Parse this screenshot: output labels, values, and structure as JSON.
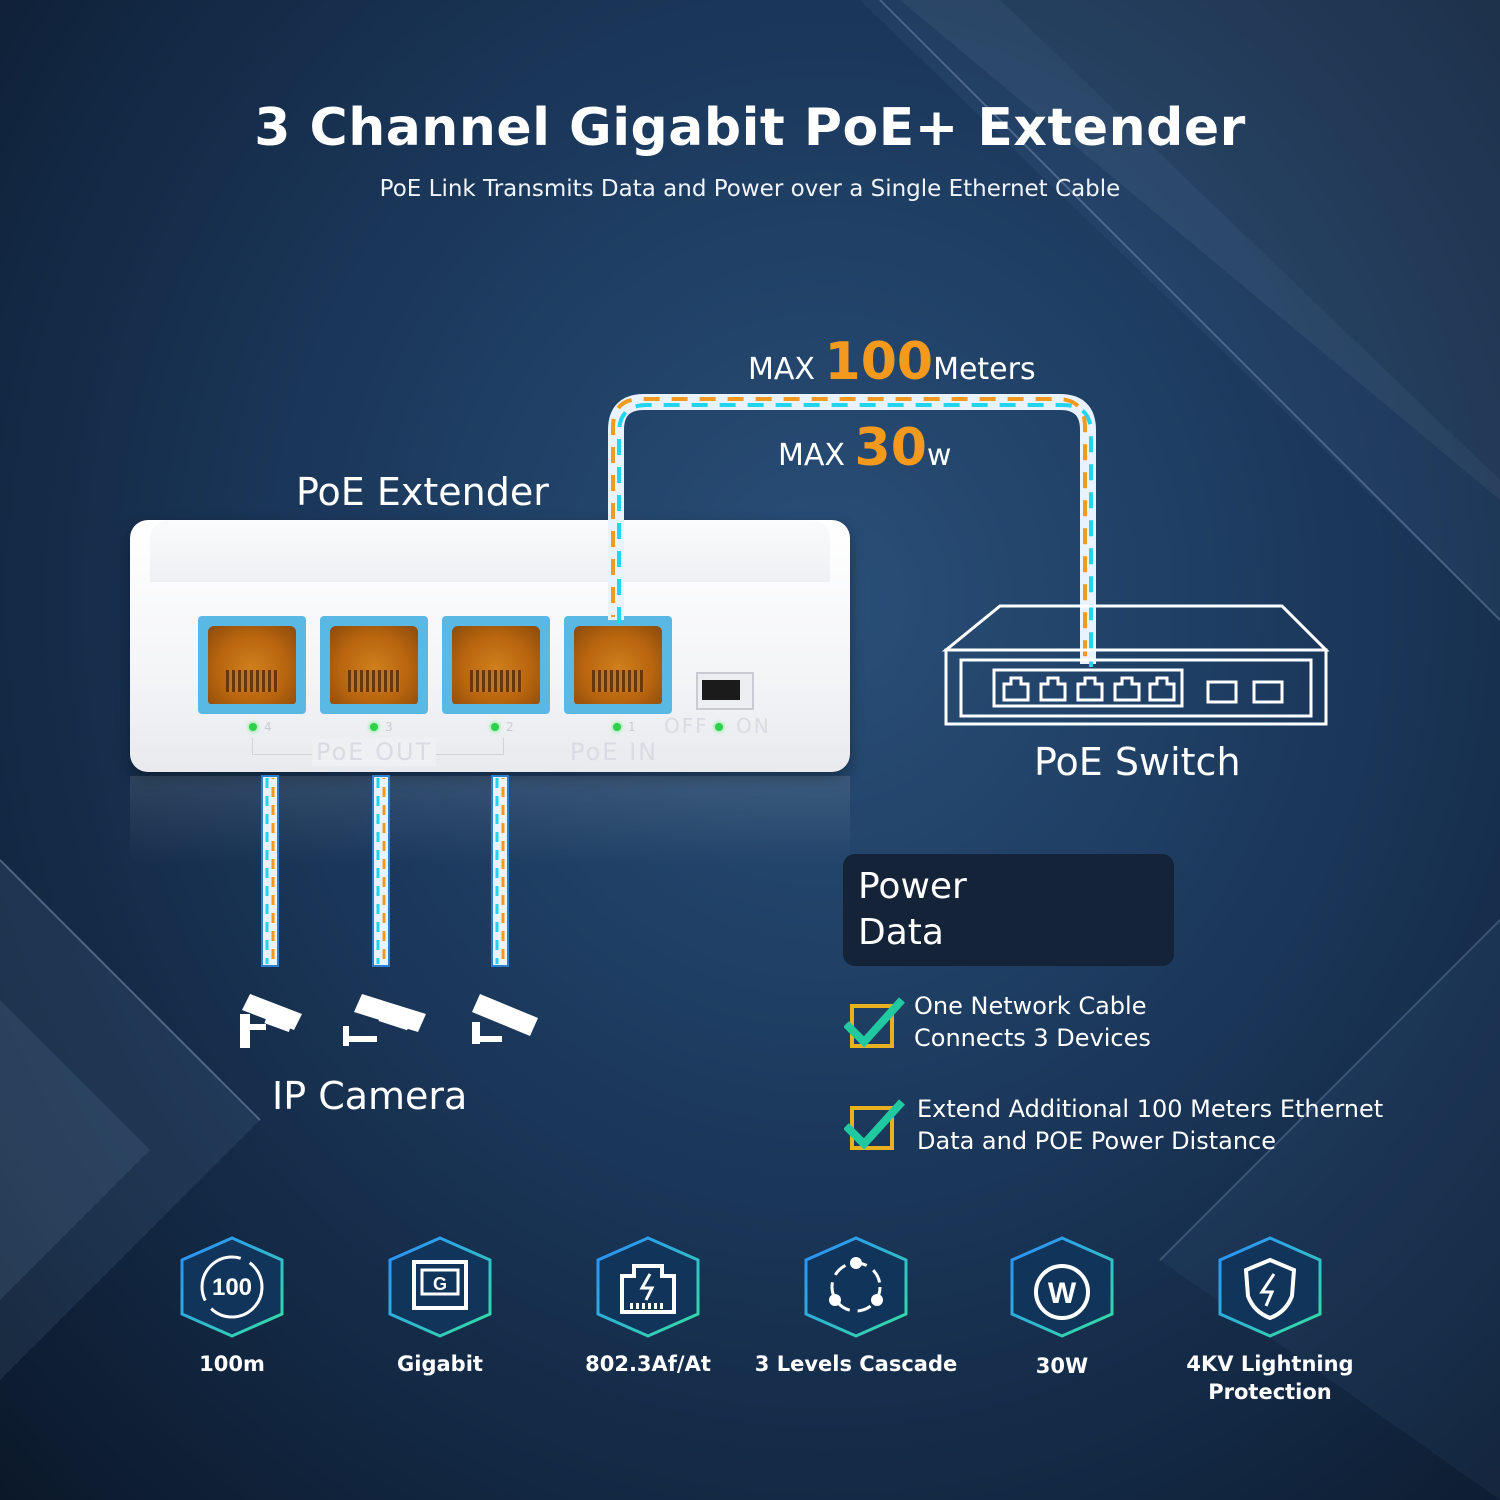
{
  "header": {
    "title": "3 Channel Gigabit PoE+ Extender",
    "subtitle": "PoE Link Transmits Data and Power over a Single Ethernet Cable"
  },
  "diagram": {
    "extender_label": "PoE Extender",
    "switch_label": "PoE Switch",
    "camera_label": "IP Camera",
    "max_distance": {
      "prefix": "MAX",
      "value": "100",
      "unit": "Meters"
    },
    "max_power": {
      "prefix": "MAX",
      "value": "30",
      "unit": "w"
    },
    "device": {
      "ports": [
        "4",
        "3",
        "2",
        "1"
      ],
      "poe_out": "PoE OUT",
      "poe_in": "PoE IN",
      "switch_off": "OFF",
      "switch_on": "ON"
    }
  },
  "legend": {
    "power": "Power",
    "data": "Data",
    "colors": {
      "power": "#f39a1e",
      "data": "#21d4f0"
    }
  },
  "checks": [
    {
      "line1": "One Network Cable",
      "line2": "Connects 3 Devices"
    },
    {
      "line1": "Extend Additional 100 Meters Ethernet",
      "line2": "Data and POE Power Distance"
    }
  ],
  "features": [
    {
      "label": "100m",
      "icon": "distance-100-icon",
      "glyph": "100"
    },
    {
      "label": "Gigabit",
      "icon": "gigabit-icon",
      "glyph": "G"
    },
    {
      "label": "802.3Af/At",
      "icon": "ethernet-port-icon",
      "glyph": ""
    },
    {
      "label": "3 Levels Cascade",
      "icon": "cascade-icon",
      "glyph": ""
    },
    {
      "label": "30W",
      "icon": "power-watt-icon",
      "glyph": "W"
    },
    {
      "label": "4KV Lightning",
      "label2": "Protection",
      "icon": "lightning-shield-icon",
      "glyph": ""
    }
  ],
  "colors": {
    "accent_orange": "#f39a1e",
    "accent_cyan": "#21d4f0",
    "background": "#1c3a5e"
  }
}
